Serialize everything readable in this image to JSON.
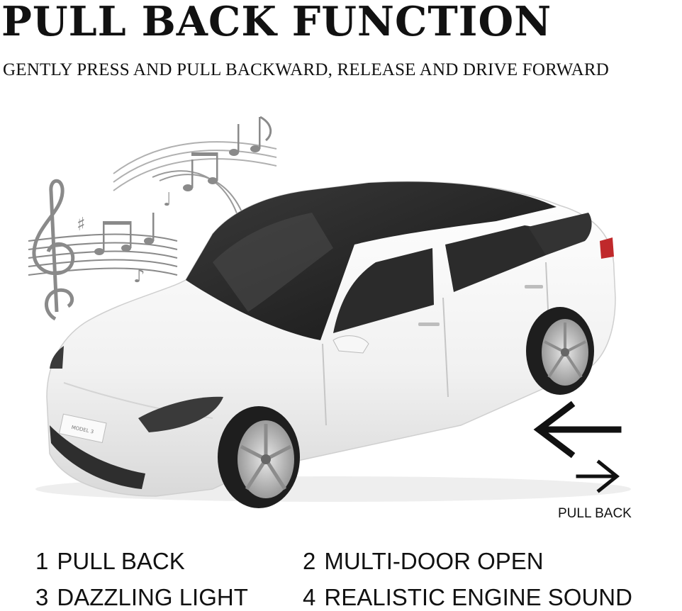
{
  "header": {
    "title": "PULL BACK FUNCTION",
    "subtitle": "GENTLY PRESS AND PULL BACKWARD, RELEASE AND DRIVE FORWARD"
  },
  "illustration": {
    "badge_text": "MODEL 3",
    "arrow_caption": "PULL BACK"
  },
  "features": [
    {
      "num": "1",
      "label": "PULL BACK"
    },
    {
      "num": "2",
      "label": "MULTI-DOOR OPEN"
    },
    {
      "num": "3",
      "label": "DAZZLING LIGHT"
    },
    {
      "num": "4",
      "label": "REALISTIC ENGINE SOUND"
    }
  ],
  "colors": {
    "car_body": "#f4f4f4",
    "car_glass": "#2a2a2a",
    "notes": "#8a8a8a",
    "text": "#111111"
  }
}
